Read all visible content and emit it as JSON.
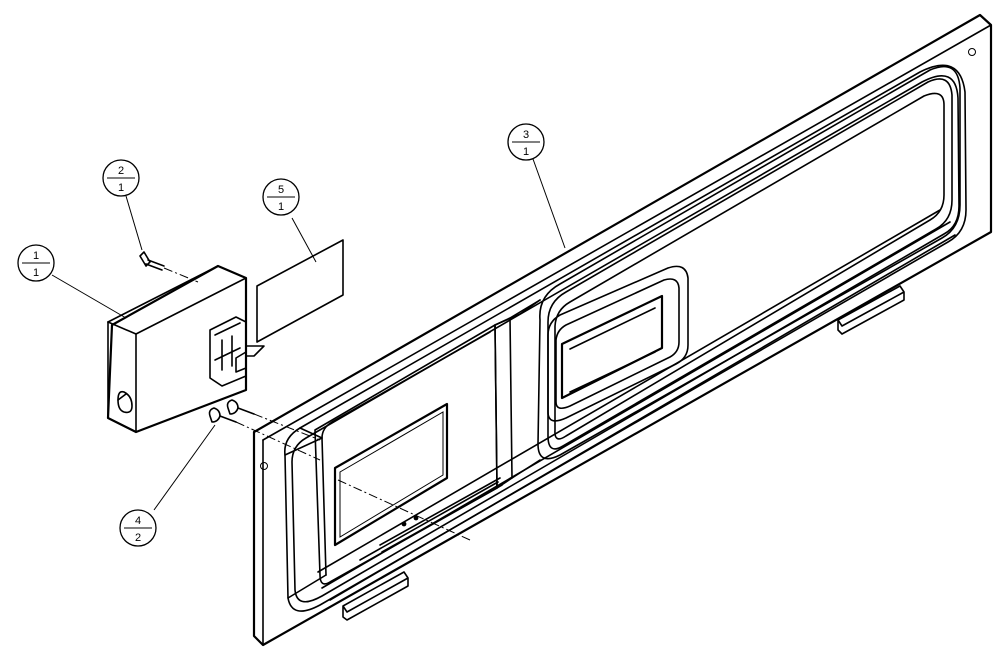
{
  "balloons": [
    {
      "id": "b1",
      "top": "1",
      "bottom": "1"
    },
    {
      "id": "b2",
      "top": "2",
      "bottom": "1"
    },
    {
      "id": "b3",
      "top": "3",
      "bottom": "1"
    },
    {
      "id": "b4",
      "top": "4",
      "bottom": "2"
    },
    {
      "id": "b5",
      "top": "5",
      "bottom": "1"
    }
  ]
}
